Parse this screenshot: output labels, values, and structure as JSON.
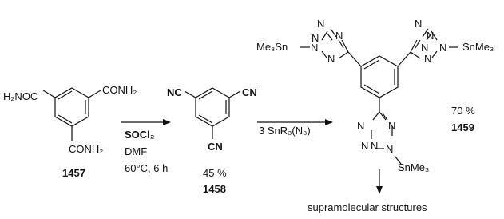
{
  "scheme": {
    "compound_1457": {
      "label": "1457",
      "substituent_left": "H₂NOC",
      "substituent_right": "CONH₂",
      "substituent_bottom": "CONH₂"
    },
    "step_1": {
      "reagent": "SOCl₂",
      "solvent": "DMF",
      "conditions": "60°C, 6 h"
    },
    "compound_1458": {
      "label": "1458",
      "yield": "45 %",
      "substituent_left": "NC",
      "substituent_right": "CN",
      "substituent_bottom": "CN"
    },
    "step_2": {
      "reagent": "3 SnR₃(N₃)"
    },
    "compound_1459": {
      "label": "1459",
      "yield": "70 %",
      "tin_group_left": "Me₃Sn",
      "tin_group_right": "SnMe₃",
      "tin_group_bottom": "SnMe₃",
      "ring_atom": "N"
    },
    "outcome": "supramolecular structures"
  }
}
